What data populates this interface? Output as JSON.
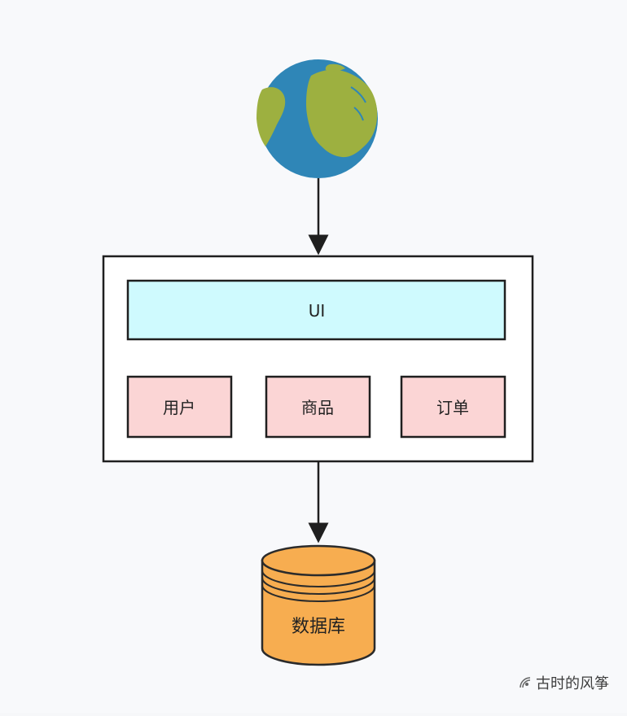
{
  "colors": {
    "background": "#f8f9fb",
    "ocean": "#2f86b7",
    "land": "#9db040",
    "frame_fill": "#ffffff",
    "stroke": "#1f1f1f",
    "ui_fill": "#cffafe",
    "module_fill": "#fbd5d5",
    "db_fill": "#f7ad50",
    "db_stroke": "#2b2b2b",
    "text": "#222222"
  },
  "diagram": {
    "globe": {
      "icon": "globe-icon"
    },
    "ui_layer": {
      "label": "UI"
    },
    "modules": [
      {
        "label": "用户"
      },
      {
        "label": "商品"
      },
      {
        "label": "订单"
      }
    ],
    "database": {
      "label": "数据库",
      "icon": "database-icon"
    }
  },
  "watermark": {
    "icon": "signal-icon",
    "text": "古时的风筝"
  }
}
